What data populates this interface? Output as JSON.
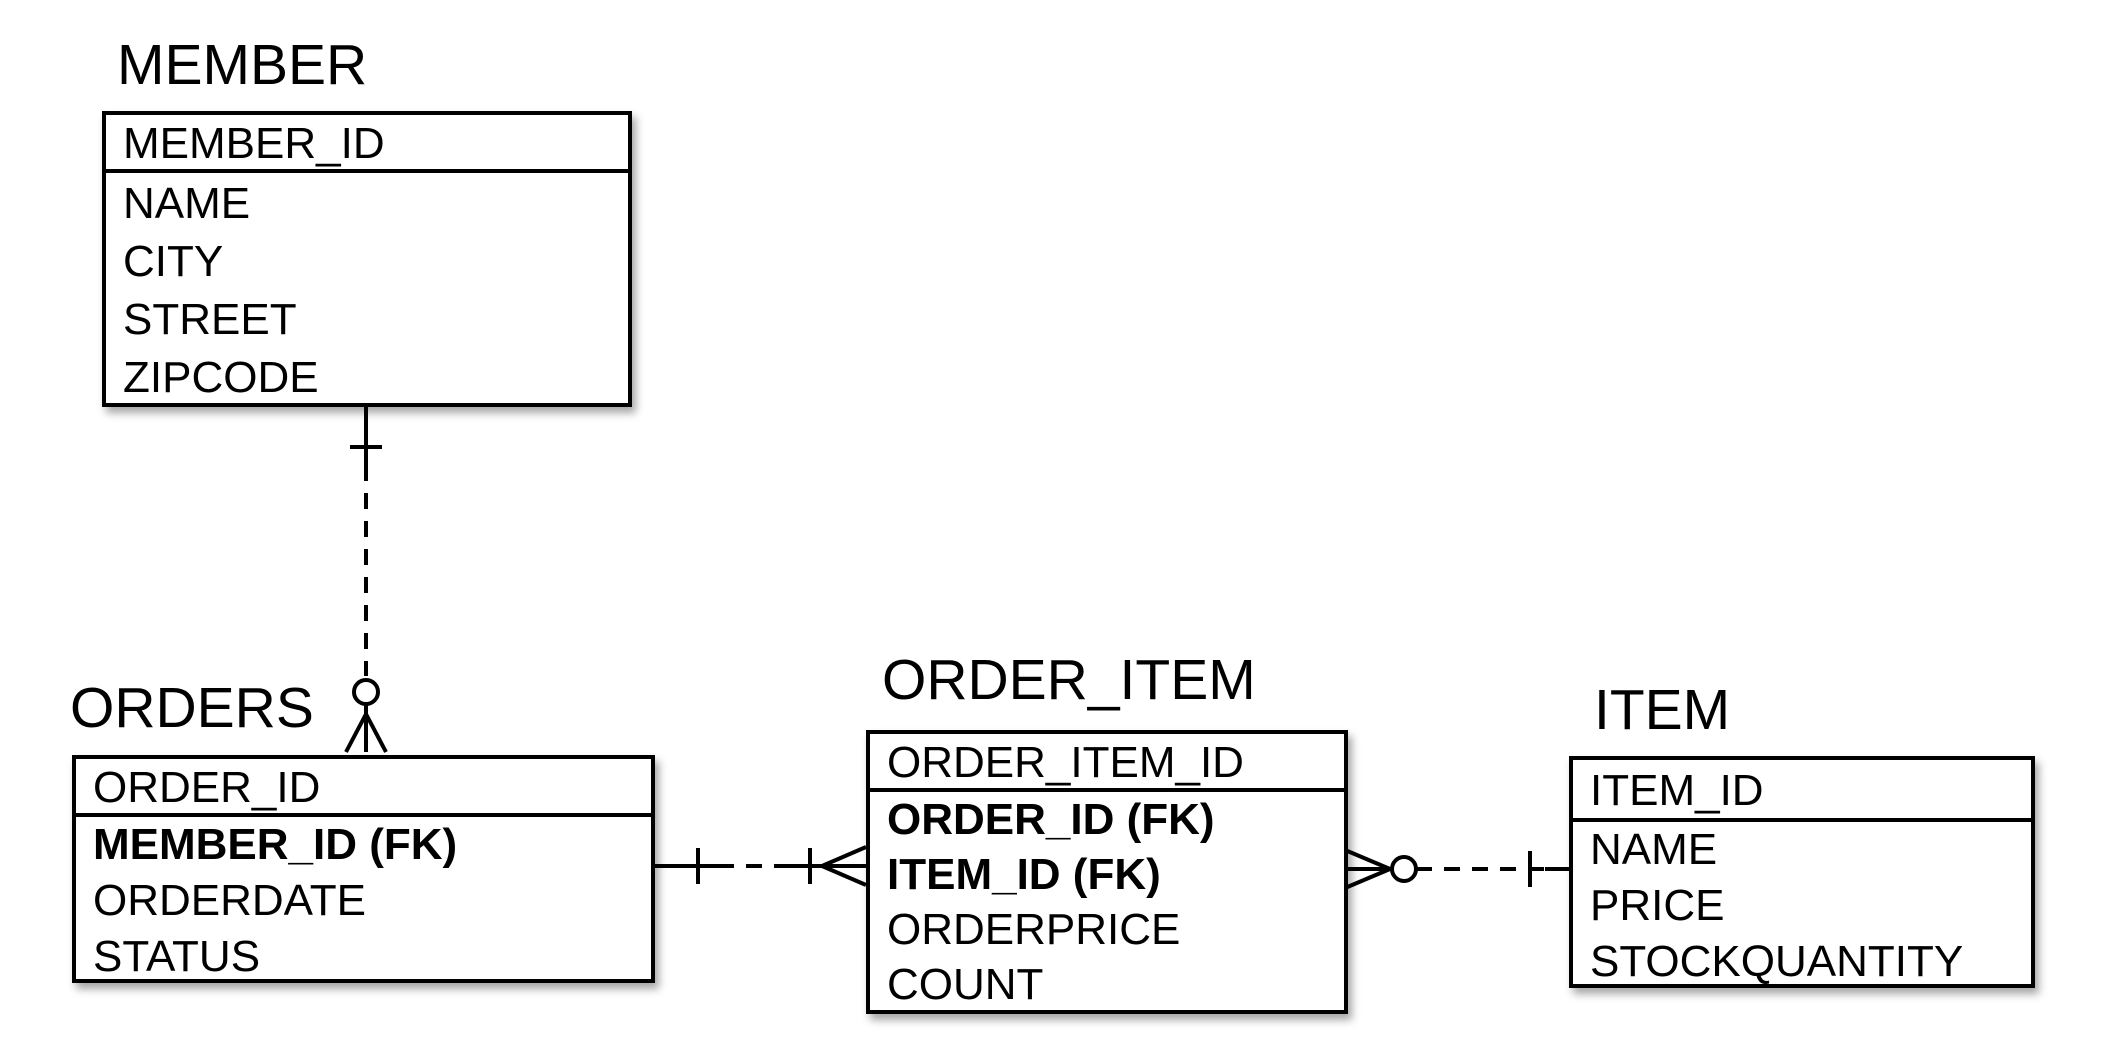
{
  "entities": {
    "member": {
      "title": "MEMBER",
      "pk": "MEMBER_ID",
      "attributes": [
        "NAME",
        "CITY",
        "STREET",
        "ZIPCODE"
      ]
    },
    "orders": {
      "title": "ORDERS",
      "pk": "ORDER_ID",
      "attributes": [
        "MEMBER_ID (FK)",
        "ORDERDATE",
        "STATUS"
      ]
    },
    "order_item": {
      "title": "ORDER_ITEM",
      "pk": "ORDER_ITEM_ID",
      "attributes": [
        "ORDER_ID (FK)",
        "ITEM_ID (FK)",
        "ORDERPRICE",
        "COUNT"
      ]
    },
    "item": {
      "title": "ITEM",
      "pk": "ITEM_ID",
      "attributes": [
        "NAME",
        "PRICE",
        "STOCKQUANTITY"
      ]
    }
  },
  "colors": {
    "line": "#000000",
    "background": "#ffffff"
  }
}
